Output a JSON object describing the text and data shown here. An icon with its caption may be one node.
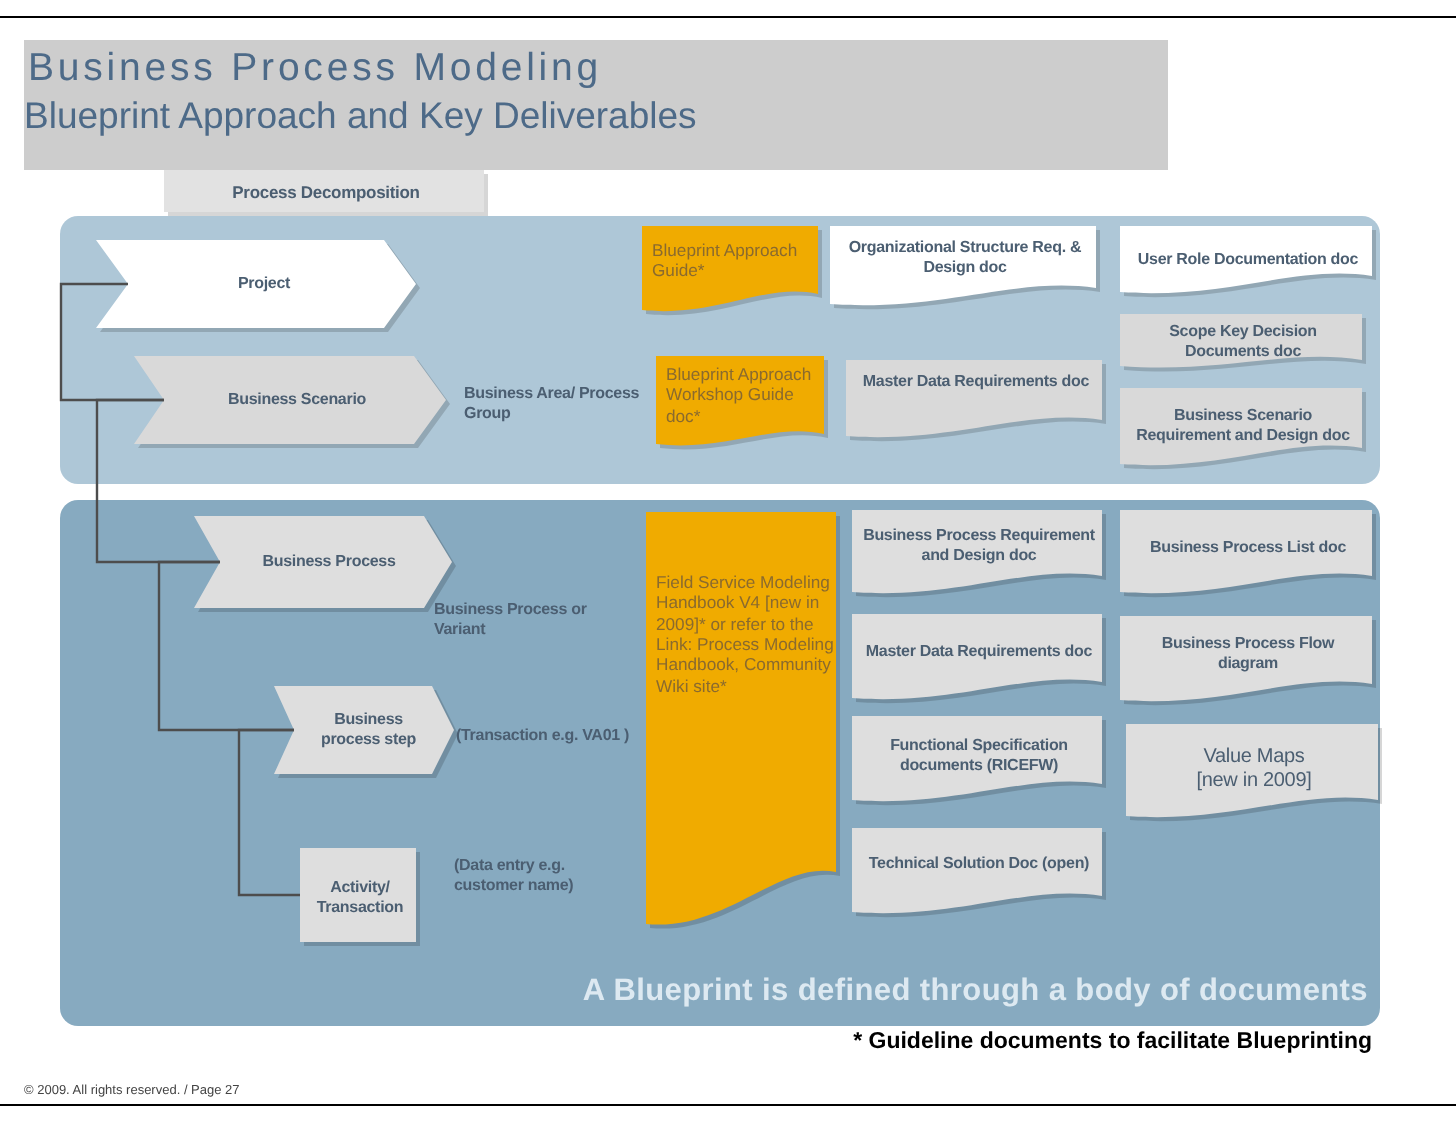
{
  "diagram": {
    "title": "Business Process Modeling",
    "nodes": [
      {
        "text": [
          "Process Decomposition"
        ]
      },
      {
        "text": [],
        "shape": "box"
      },
      {
        "text": [
          "Project"
        ],
        "in": 1
      },
      {
        "text": [
          "Blueprint Approach Guide*"
        ],
        "in": 1
      },
      {
        "text": [
          "Organizational Structure Req. & Design doc"
        ],
        "in": 1
      },
      {
        "text": [
          "User Role Documentation doc"
        ],
        "in": 1
      },
      {
        "text": [
          "Scope Key Decision Documents doc"
        ],
        "in": 1
      },
      {
        "text": [
          "Business Scenario"
        ],
        "beside": [
          "Business Area/ Process Group"
        ],
        "in": 1
      },
      {
        "text": [
          "Blueprint Approach Workshop Guide doc*"
        ],
        "in": 1
      },
      {
        "text": [
          "Master Data Requirements doc"
        ],
        "in": 1
      },
      {
        "text": [
          "Business Scenario Requirement and Design doc"
        ],
        "in": 1
      },
      {
        "text": [
          "A Blueprint is defined through a body of documents"
        ]
      },
      {
        "text": [
          "Business Process"
        ],
        "beside": [
          "Business Process or Variant"
        ],
        "in": 11
      },
      {
        "text": [
          "Field Service Modeling Handbook V4 [new in 2009]* or refer to the Link: Process Modeling Handbook, Community Wiki site*"
        ],
        "in": 11
      },
      {
        "text": [
          "Business Process Requirement and Design doc"
        ],
        "in": 11
      },
      {
        "text": [
          "Business Process List doc"
        ],
        "in": 11
      },
      {
        "text": [
          "Master Data Requirements doc"
        ],
        "in": 11
      },
      {
        "text": [
          "Business Process Flow diagram"
        ],
        "in": 11
      },
      {
        "text": [
          "Business process step"
        ],
        "beside": [
          "(Transaction e.g. VA01 )"
        ],
        "in": 11
      },
      {
        "text": [
          "Functional Specification documents (RICEFW)"
        ],
        "in": 11
      },
      {
        "text": [
          "Value Maps",
          "[new in 2009]"
        ],
        "in": 11
      },
      {
        "text": [
          "Technical Solution Doc (open)"
        ],
        "in": 11
      },
      {
        "text": [
          "Activity/ Transaction"
        ],
        "beside": [
          "(Data entry e.g. customer name)"
        ],
        "in": 11
      }
    ],
    "edges": [
      {
        "from": 2,
        "to": 7,
        "arrow": "none"
      },
      {
        "from": 7,
        "to": 12,
        "arrow": "none"
      },
      {
        "from": 12,
        "to": 18,
        "arrow": "none"
      },
      {
        "from": 18,
        "to": 22,
        "arrow": "none"
      }
    ],
    "labels": [
      "Blueprint Approach and Key Deliverables",
      "* Guideline documents to facilitate Blueprinting",
      "© 2009. All rights reserved. / Page 27"
    ]
  }
}
